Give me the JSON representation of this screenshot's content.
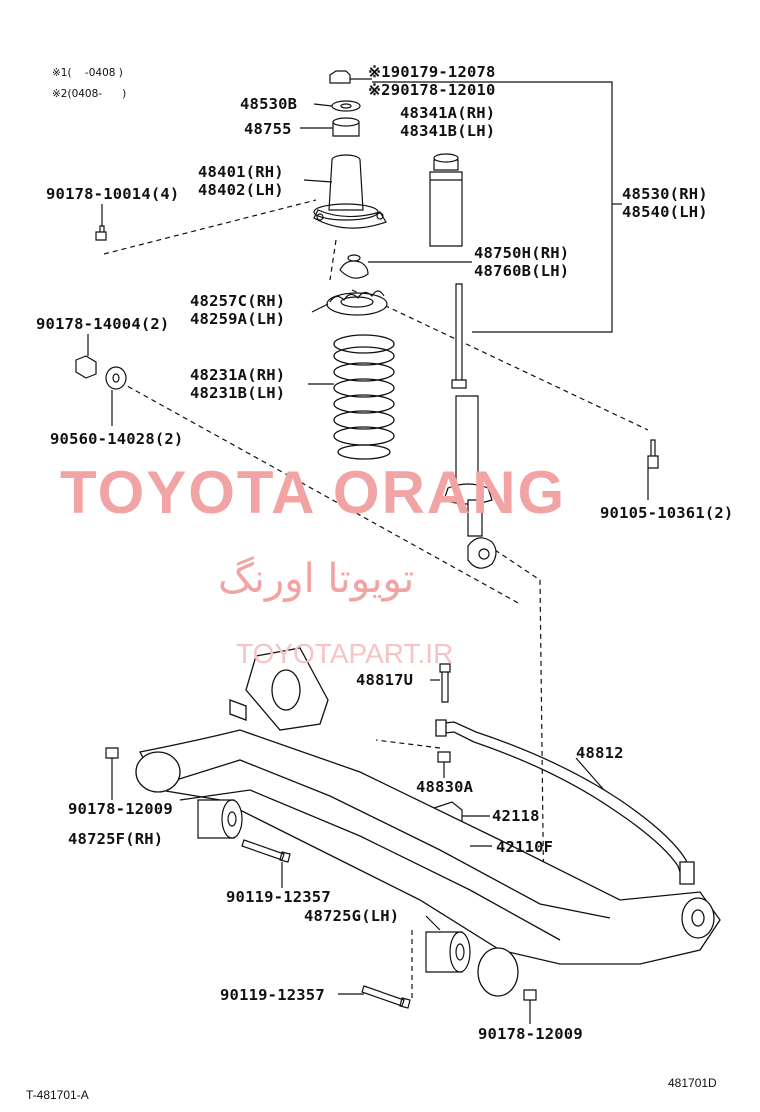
{
  "notes": {
    "note1": "※1(    -0408 )",
    "note2": "※2(0408-      )"
  },
  "labels": {
    "p90179": "※190179-12078",
    "p90178_12010": "※290178-12010",
    "p48530b": "48530B",
    "p48755": "48755",
    "p48341a": "48341A(RH)",
    "p48341b": "48341B(LH)",
    "p48401": "48401(RH)",
    "p48402": "48402(LH)",
    "p90178_10014": "90178-10014(4)",
    "p48530": "48530(RH)",
    "p48540": "48540(LH)",
    "p48750h": "48750H(RH)",
    "p48760b": "48760B(LH)",
    "p48257c": "48257C(RH)",
    "p48259a": "48259A(LH)",
    "p90178_14004": "90178-14004(2)",
    "p48231a": "48231A(RH)",
    "p48231b": "48231B(LH)",
    "p90560": "90560-14028(2)",
    "p90105": "90105-10361(2)",
    "p48817u": "48817U",
    "p48812": "48812",
    "p48830a": "48830A",
    "p42118": "42118",
    "p42110f": "42110F",
    "p90178_12009a": "90178-12009",
    "p48725f": "48725F(RH)",
    "p90119a": "90119-12357",
    "p48725g": "48725G(LH)",
    "p90119b": "90119-12357",
    "p90178_12009b": "90178-12009"
  },
  "watermark": {
    "brand": "TOYOTA ORANG",
    "persian": "تویوتا اورنگ",
    "site": "TOYOTAPART.IR"
  },
  "footer": {
    "left": "T-481701-A",
    "right": "481701D"
  },
  "colors": {
    "watermark_red": "#f2a3a3",
    "watermark_light": "#f6c4c4",
    "line": "#111111"
  }
}
